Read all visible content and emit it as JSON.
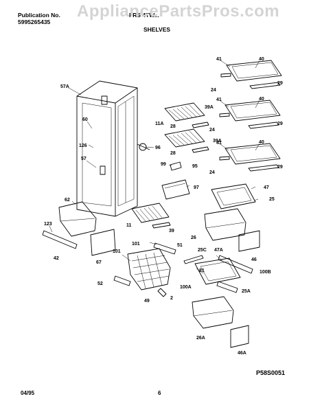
{
  "header": {
    "publication_label": "Publication No.",
    "publication_number": "5995265435",
    "model_partial": "FRS 4TW...",
    "section_title": "SHELVES"
  },
  "watermark": "AppliancePartsPros.com",
  "part_labels": [
    {
      "id": "41",
      "text": "41"
    },
    {
      "id": "40",
      "text": "40"
    },
    {
      "id": "24",
      "text": "24"
    },
    {
      "id": "29",
      "text": "29"
    },
    {
      "id": "41b",
      "text": "41"
    },
    {
      "id": "40b",
      "text": "40"
    },
    {
      "id": "24b",
      "text": "24"
    },
    {
      "id": "29b",
      "text": "29"
    },
    {
      "id": "41c",
      "text": "41"
    },
    {
      "id": "40c",
      "text": "40"
    },
    {
      "id": "24c",
      "text": "24"
    },
    {
      "id": "29c",
      "text": "29"
    },
    {
      "id": "57A",
      "text": "57A"
    },
    {
      "id": "60",
      "text": "60"
    },
    {
      "id": "126",
      "text": "126"
    },
    {
      "id": "57",
      "text": "57"
    },
    {
      "id": "11A",
      "text": "11A"
    },
    {
      "id": "28",
      "text": "28"
    },
    {
      "id": "39A",
      "text": "39A"
    },
    {
      "id": "28b",
      "text": "28"
    },
    {
      "id": "39Ab",
      "text": "39A"
    },
    {
      "id": "96",
      "text": "96"
    },
    {
      "id": "99",
      "text": "99"
    },
    {
      "id": "95",
      "text": "95"
    },
    {
      "id": "97",
      "text": "97"
    },
    {
      "id": "47",
      "text": "47"
    },
    {
      "id": "25",
      "text": "25"
    },
    {
      "id": "62",
      "text": "62"
    },
    {
      "id": "11",
      "text": "11"
    },
    {
      "id": "39",
      "text": "39"
    },
    {
      "id": "123",
      "text": "123"
    },
    {
      "id": "42",
      "text": "42"
    },
    {
      "id": "67",
      "text": "67"
    },
    {
      "id": "101",
      "text": "101"
    },
    {
      "id": "51",
      "text": "51"
    },
    {
      "id": "101b",
      "text": "101"
    },
    {
      "id": "52",
      "text": "52"
    },
    {
      "id": "49",
      "text": "49"
    },
    {
      "id": "2",
      "text": "2"
    },
    {
      "id": "26",
      "text": "26"
    },
    {
      "id": "46",
      "text": "46"
    },
    {
      "id": "25C",
      "text": "25C"
    },
    {
      "id": "47A",
      "text": "47A"
    },
    {
      "id": "81",
      "text": "81"
    },
    {
      "id": "100B",
      "text": "100B"
    },
    {
      "id": "100A",
      "text": "100A"
    },
    {
      "id": "25A",
      "text": "25A"
    },
    {
      "id": "26A",
      "text": "26A"
    },
    {
      "id": "46A",
      "text": "46A"
    }
  ],
  "diagram_code": "P58S0051",
  "footer": {
    "date": "04/95",
    "page": "6"
  }
}
